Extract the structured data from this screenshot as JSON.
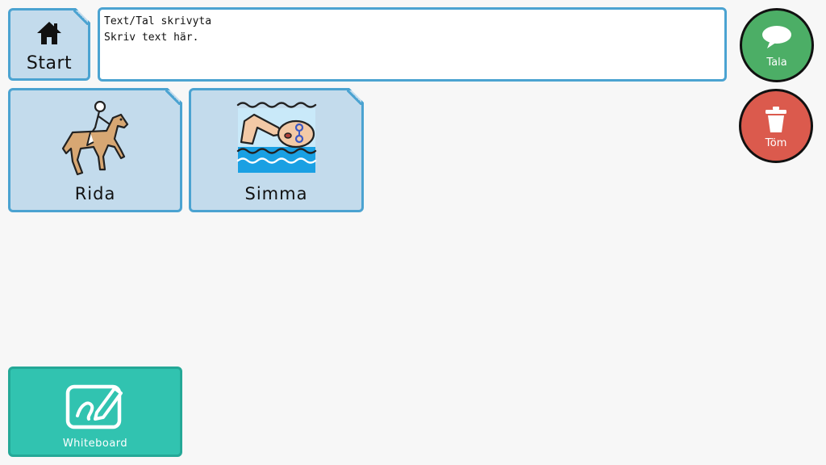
{
  "start_tile": {
    "label": "Start",
    "icon": "home-icon"
  },
  "text_area": {
    "line1": "Text/Tal skrivyta",
    "line2": "Skriv text här."
  },
  "word_tiles": [
    {
      "label": "Rida",
      "icon": "horse-rider-icon"
    },
    {
      "label": "Simma",
      "icon": "swimmer-icon"
    }
  ],
  "actions": {
    "speak": {
      "label": "Tala",
      "icon": "speech-bubble-icon",
      "color": "#4cae66"
    },
    "clear": {
      "label": "Töm",
      "icon": "trash-icon",
      "color": "#db5a4d"
    }
  },
  "whiteboard": {
    "label": "Whiteboard",
    "icon": "pen-board-icon",
    "color": "#31c3b0"
  },
  "colors": {
    "tile_fill": "#c3dbec",
    "tile_border": "#4ba3d1",
    "background": "#f7f7f7"
  }
}
